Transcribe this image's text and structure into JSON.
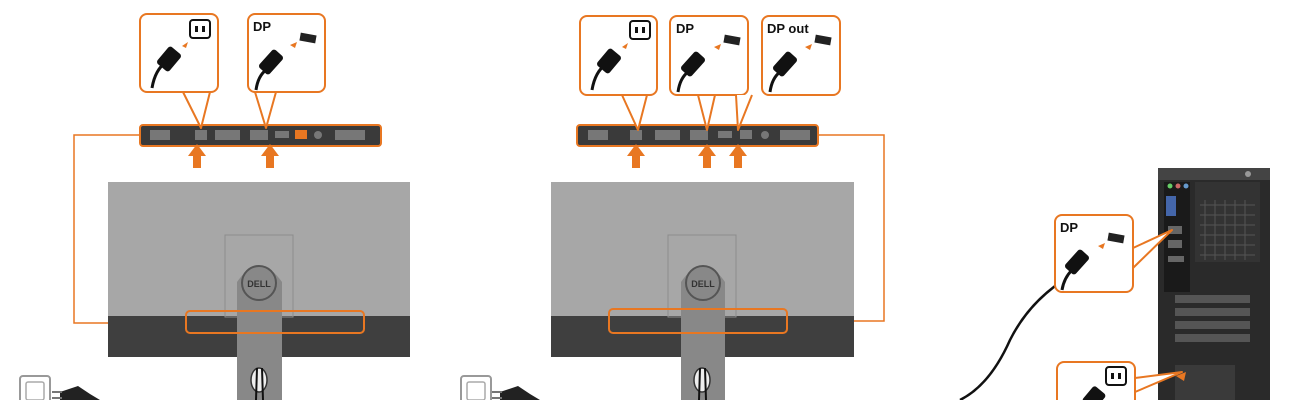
{
  "labels": {
    "dp": "DP",
    "dp_out": "DP out"
  },
  "brand": {
    "logo": "DELL"
  },
  "colors": {
    "accent": "#E87722",
    "monitor_body": "#A7A7A7",
    "monitor_dark": "#3F3F3F",
    "panel": "#3A3A3A",
    "cable": "#111111"
  },
  "icons": [
    "power-socket-icon",
    "power-plug-icon",
    "displayport-plug-icon",
    "displayport-port-icon",
    "wall-outlet-icon",
    "up-arrow-icon"
  ]
}
